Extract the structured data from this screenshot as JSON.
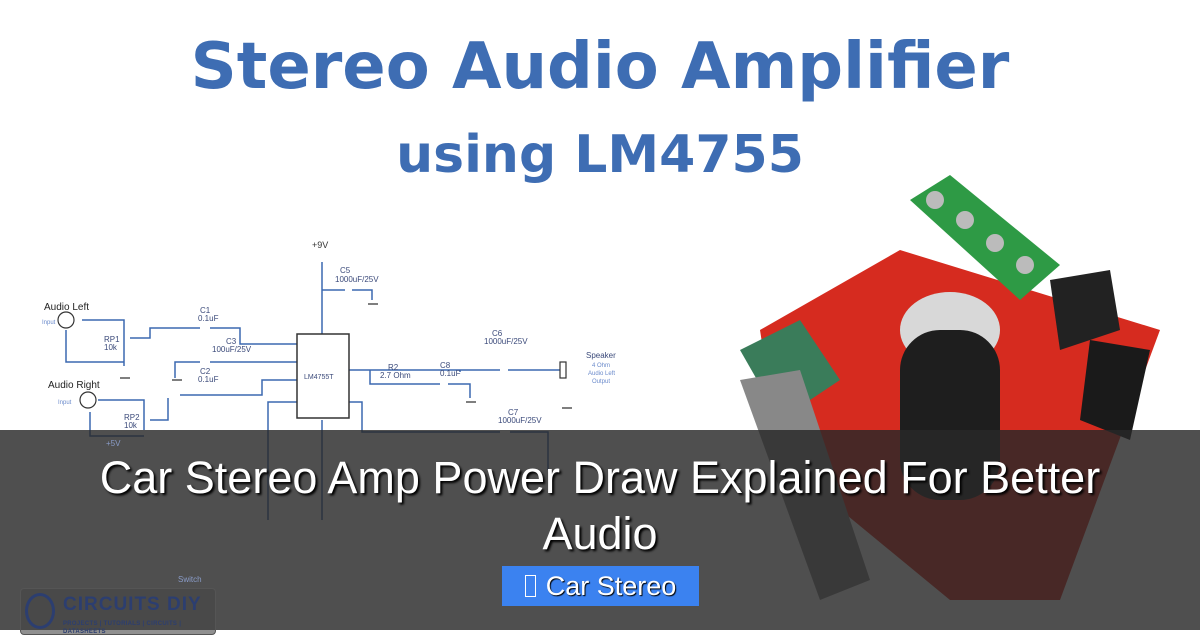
{
  "graphic": {
    "headline_line1": "Stereo Audio Amplifier",
    "headline_line2": "using LM4755",
    "schematic_labels": {
      "supply": "+9V",
      "c5": "C5",
      "c5v": "1000uF/25V",
      "audio_left": "Audio Left",
      "audio_right": "Audio Right",
      "input": "Input",
      "c1": "C1",
      "c1v": "0.1uF",
      "c3": "C3",
      "c3v": "100uF/25V",
      "c2": "C2",
      "c2v": "0.1uF",
      "rp1": "RP1",
      "rp1v": "10k",
      "rp2": "RP2",
      "rp2v": "10k",
      "ic": "LM4755T",
      "c6": "C6",
      "c6v": "1000uF/25V",
      "r2": "R2",
      "r2v": "2.7 Ohm",
      "c8": "C8",
      "c8v": "0.1uF",
      "speaker": "Speaker",
      "speaker_note1": "4 Ohm",
      "speaker_note2": "Audio Left",
      "speaker_note3": "Output",
      "c7": "C7",
      "c7v": "1000uF/25V",
      "plus5": "+5V",
      "switch": "Switch"
    },
    "colors": {
      "headline": "#3e6db3",
      "wire": "#3b68b0",
      "board": "#d62b1f",
      "terminal": "#2e9a45"
    }
  },
  "post": {
    "title": "Car Stereo Amp Power Draw Explained For Better Audio",
    "category": "Car Stereo",
    "category_icon": "folder-icon",
    "category_color": "#3b82f0"
  },
  "logo": {
    "name": "CIRCUITS DIY",
    "tagline": "PROJECTS | TUTORIALS | CIRCUITS | DATASHEETS"
  }
}
